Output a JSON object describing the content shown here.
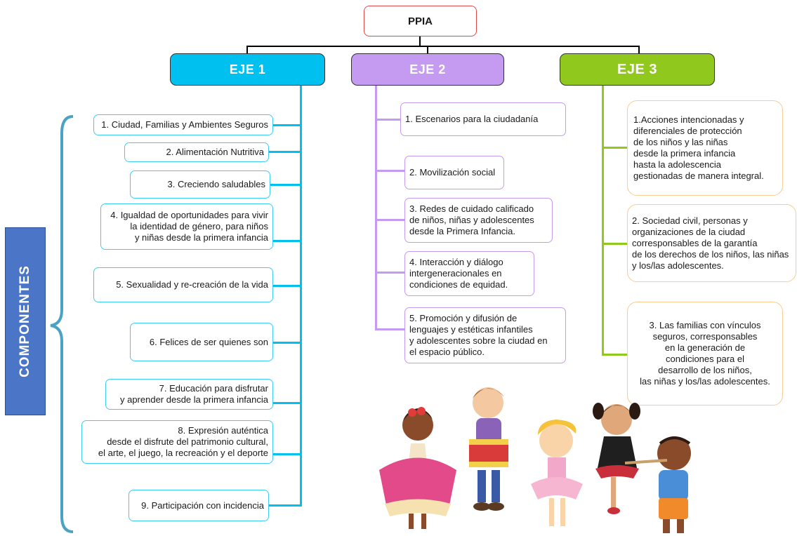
{
  "root": {
    "label": "PPIA"
  },
  "axes": [
    {
      "label": "EJE 1",
      "color": "#00c0f0"
    },
    {
      "label": "EJE 2",
      "color": "#c49bf0"
    },
    {
      "label": "EJE 3",
      "color": "#90c81e"
    }
  ],
  "side_label": "COMPONENTES",
  "eje1_items": [
    "1. Ciudad, Familias y Ambientes Seguros",
    "2. Alimentación Nutritiva",
    "3. Creciendo saludables",
    "4. Igualdad de oportunidades para vivir\nla identidad de género, para niños\ny niñas desde la primera infancia",
    "5. Sexualidad y re-creación de la vida",
    "6. Felices de ser quienes son",
    "7. Educación para disfrutar\ny aprender desde la primera infancia",
    "8. Expresión auténtica\ndesde el disfrute del patrimonio cultural,\nel arte, el juego, la recreación y el deporte",
    "9. Participación con incidencia"
  ],
  "eje2_items": [
    "1. Escenarios para la ciudadanía",
    "2. Movilización social",
    "3. Redes de cuidado calificado\nde niños, niñas y adolescentes\ndesde la Primera Infancia.",
    "4. Interacción y diálogo\nintergeneracionales en\ncondiciones de equidad.",
    "5. Promoción y difusión de\nlenguajes y estéticas infantiles\ny adolescentes sobre la ciudad en\nel espacio público."
  ],
  "eje3_items": [
    "1.Acciones intencionadas y\ndiferenciales de protección\nde los niños y las niñas\ndesde la primera infancia\nhasta la adolescencia\ngestionadas de manera integral.",
    "2. Sociedad civil, personas y\norganizaciones de la ciudad\ncorresponsables de la garantía\nde los derechos de los niños, las niñas\ny los/las adolescentes.",
    "3. Las familias con vínculos\nseguros, corresponsables\nen la generación de\ncondiciones para el\ndesarrollo de los niños,\nlas niñas y los/las adolescentes."
  ]
}
